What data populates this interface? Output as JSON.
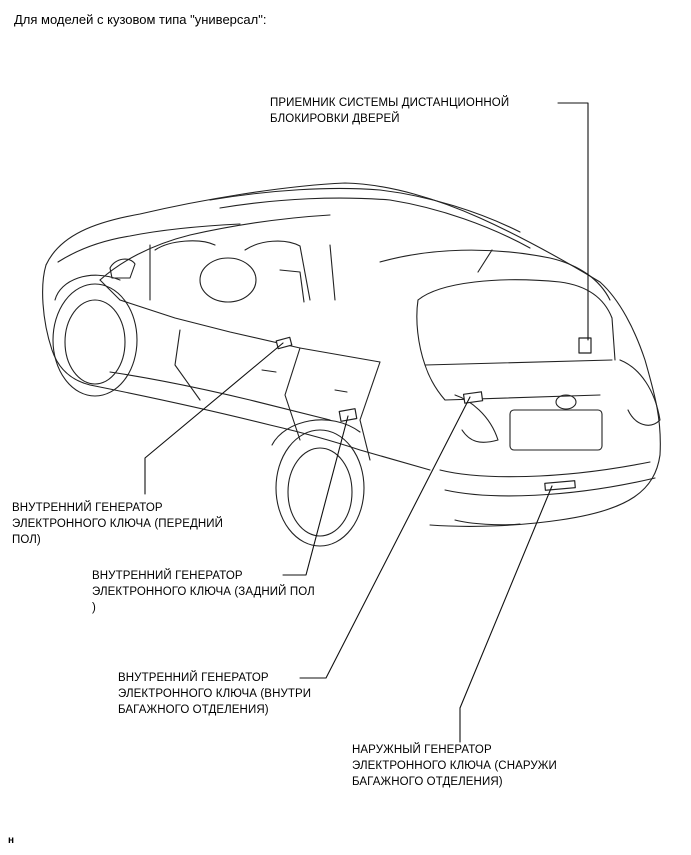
{
  "heading": "Для моделей с кузовом типа \"универсал\":",
  "labels": {
    "receiver": {
      "line1": "ПРИЕМНИК СИСТЕМЫ ДИСТАНЦИОННОЙ",
      "line2": "БЛОКИРОВКИ ДВЕРЕЙ"
    },
    "front_floor": {
      "line1": "ВНУТРЕННИЙ ГЕНЕРАТОР",
      "line2": "ЭЛЕКТРОННОГО КЛЮЧА (ПЕРЕДНИЙ",
      "line3": "ПОЛ)"
    },
    "rear_floor": {
      "line1": "ВНУТРЕННИЙ ГЕНЕРАТОР",
      "line2": "ЭЛЕКТРОННОГО КЛЮЧА (ЗАДНИЙ ПОЛ",
      "line3": ")"
    },
    "luggage_inside": {
      "line1": "ВНУТРЕННИЙ ГЕНЕРАТОР",
      "line2": "ЭЛЕКТРОННОГО КЛЮЧА (ВНУТРИ",
      "line3": "БАГАЖНОГО ОТДЕЛЕНИЯ)"
    },
    "luggage_outside": {
      "line1": "НАРУЖНЫЙ ГЕНЕРАТОР",
      "line2": "ЭЛЕКТРОННОГО КЛЮЧА (СНАРУЖИ",
      "line3": "БАГАЖНОГО ОТДЕЛЕНИЯ)"
    }
  },
  "footer_code": "н"
}
